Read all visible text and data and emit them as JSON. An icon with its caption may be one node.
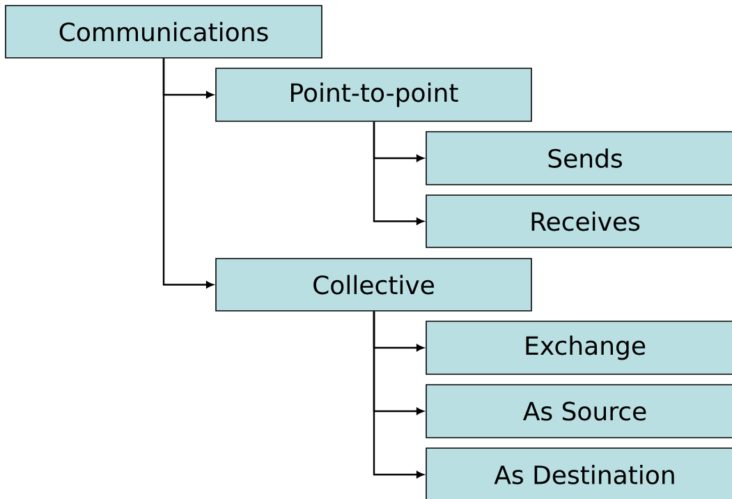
{
  "diagram": {
    "nodes": [
      {
        "text": [
          "Communications"
        ]
      },
      {
        "text": [
          "Point-to-point"
        ]
      },
      {
        "text": [
          "Sends"
        ]
      },
      {
        "text": [
          "Receives"
        ]
      },
      {
        "text": [
          "Collective"
        ]
      },
      {
        "text": [
          "Exchange"
        ]
      },
      {
        "text": [
          "As Source"
        ]
      },
      {
        "text": [
          "As Destination"
        ]
      }
    ],
    "edges": [
      {
        "from": 0,
        "to": 1,
        "arrow": "to"
      },
      {
        "from": 0,
        "to": 4,
        "arrow": "to"
      },
      {
        "from": 1,
        "to": 2,
        "arrow": "to"
      },
      {
        "from": 1,
        "to": 3,
        "arrow": "to"
      },
      {
        "from": 4,
        "to": 5,
        "arrow": "to"
      },
      {
        "from": 4,
        "to": 6,
        "arrow": "to"
      },
      {
        "from": 4,
        "to": 7,
        "arrow": "to"
      }
    ]
  }
}
